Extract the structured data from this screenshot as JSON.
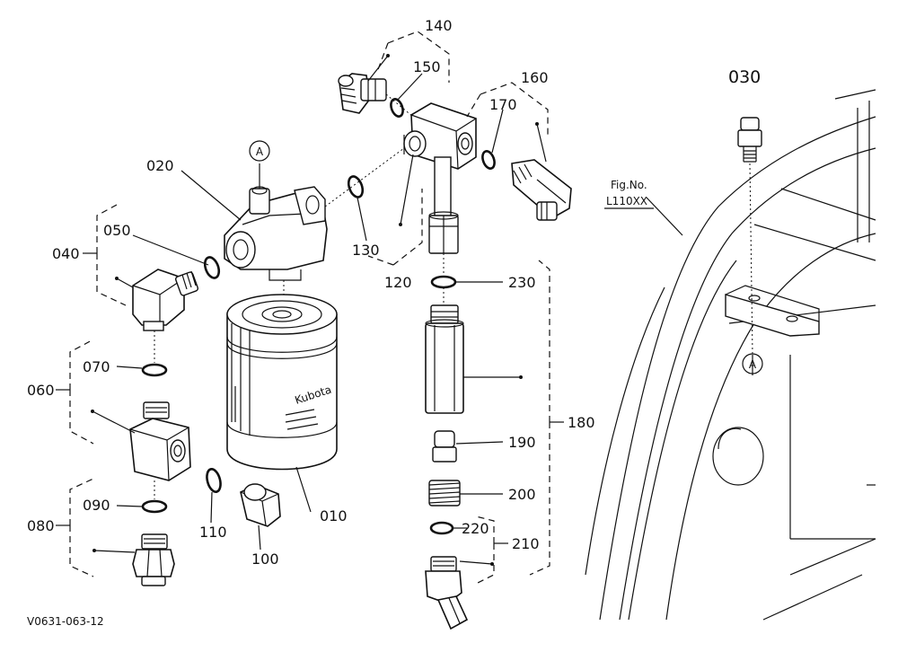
{
  "labels": {
    "p010": "010",
    "p020": "020",
    "p030": "030",
    "p040": "040",
    "p050": "050",
    "p060": "060",
    "p070": "070",
    "p080": "080",
    "p090": "090",
    "p100": "100",
    "p110": "110",
    "p120": "120",
    "p130": "130",
    "p140": "140",
    "p150": "150",
    "p160": "160",
    "p170": "170",
    "p180": "180",
    "p190": "190",
    "p200": "200",
    "p210": "210",
    "p220": "220",
    "p230": "230"
  },
  "ref_marker": "A",
  "fig_ref": {
    "line1": "Fig.No.",
    "line2": "L110XX"
  },
  "drawing_code": "V0631-063-12",
  "filter_brand": "Kubota"
}
